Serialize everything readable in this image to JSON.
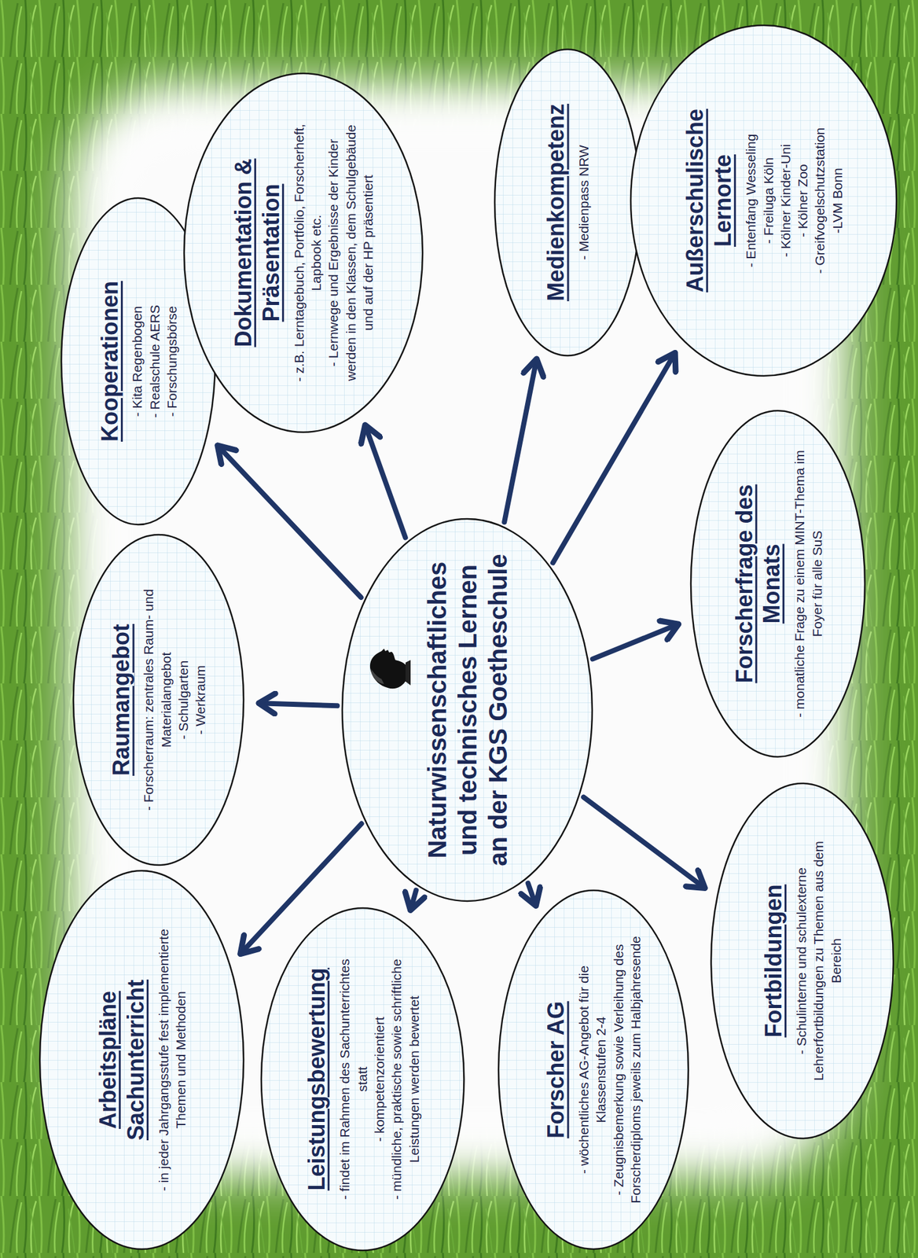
{
  "diagram": {
    "nodes": [
      {
        "text": [
          "Naturwissenschaftliches und technisches Lernen an der KGS Goetheschule"
        ]
      },
      {
        "text": [
          "Arbeitspläne Sachunterricht",
          "- in jeder Jahrgangsstufe fest implementierte Themen und Methoden"
        ]
      },
      {
        "text": [
          "Raumangebot",
          "- Forscherraum: zentrales Raum- und Materialangebot",
          "- Schulgarten",
          "- Werkraum"
        ]
      },
      {
        "text": [
          "Kooperationen",
          "- Kita Regenbogen",
          "- Realschule AERS",
          "- Forschungsbörse"
        ]
      },
      {
        "text": [
          "Dokumentation & Präsentation",
          "- z.B. Lerntagebuch, Portfolio, Forscherheft, Lapbook etc.",
          "- Lernwege und Ergebnisse der Kinder werden in den Klassen, dem Schulgebäude und auf der HP präsentiert"
        ]
      },
      {
        "text": [
          "Medienkompetenz",
          "- Medienpass NRW"
        ]
      },
      {
        "text": [
          "Außerschulische Lernorte",
          "- Entenfang Wesseling",
          "- Freiluga Köln",
          "- Kölner Kinder-Uni",
          "- Kölner Zoo",
          "- Greifvogelschutzstation",
          "-LVM Bonn"
        ]
      },
      {
        "text": [
          "Leistungsbewertung",
          "- findet im Rahmen des Sachunterrichtes statt",
          "- kompetenzorientiert",
          "- mündliche, praktische sowie schriftliche Leistungen werden bewertet"
        ]
      },
      {
        "text": [
          "Forscherfrage des Monats",
          "- monatliche Frage zu einem MINT-Thema im Foyer für alle SuS"
        ]
      },
      {
        "text": [
          "Forscher AG",
          "- wöchentliches AG-Angebot für die Klassenstufen 2-4",
          "- Zeugnisbemerkung sowie Verleihung des Forscherdiploms jeweils zum Halbjahresende"
        ]
      },
      {
        "text": [
          "Fortbildungen",
          "- Schulinterne und schulexterne Lehrerfortbildungen zu Themen aus dem Bereich"
        ]
      }
    ],
    "edges": [
      {
        "from": 0,
        "to": 1,
        "arrow": "to"
      },
      {
        "from": 0,
        "to": 2,
        "arrow": "to"
      },
      {
        "from": 0,
        "to": 3,
        "arrow": "to"
      },
      {
        "from": 0,
        "to": 4,
        "arrow": "to"
      },
      {
        "from": 0,
        "to": 5,
        "arrow": "to"
      },
      {
        "from": 0,
        "to": 6,
        "arrow": "to"
      },
      {
        "from": 0,
        "to": 7,
        "arrow": "to"
      },
      {
        "from": 0,
        "to": 8,
        "arrow": "to"
      },
      {
        "from": 0,
        "to": 9,
        "arrow": "to"
      },
      {
        "from": 0,
        "to": 10,
        "arrow": "to"
      }
    ]
  }
}
